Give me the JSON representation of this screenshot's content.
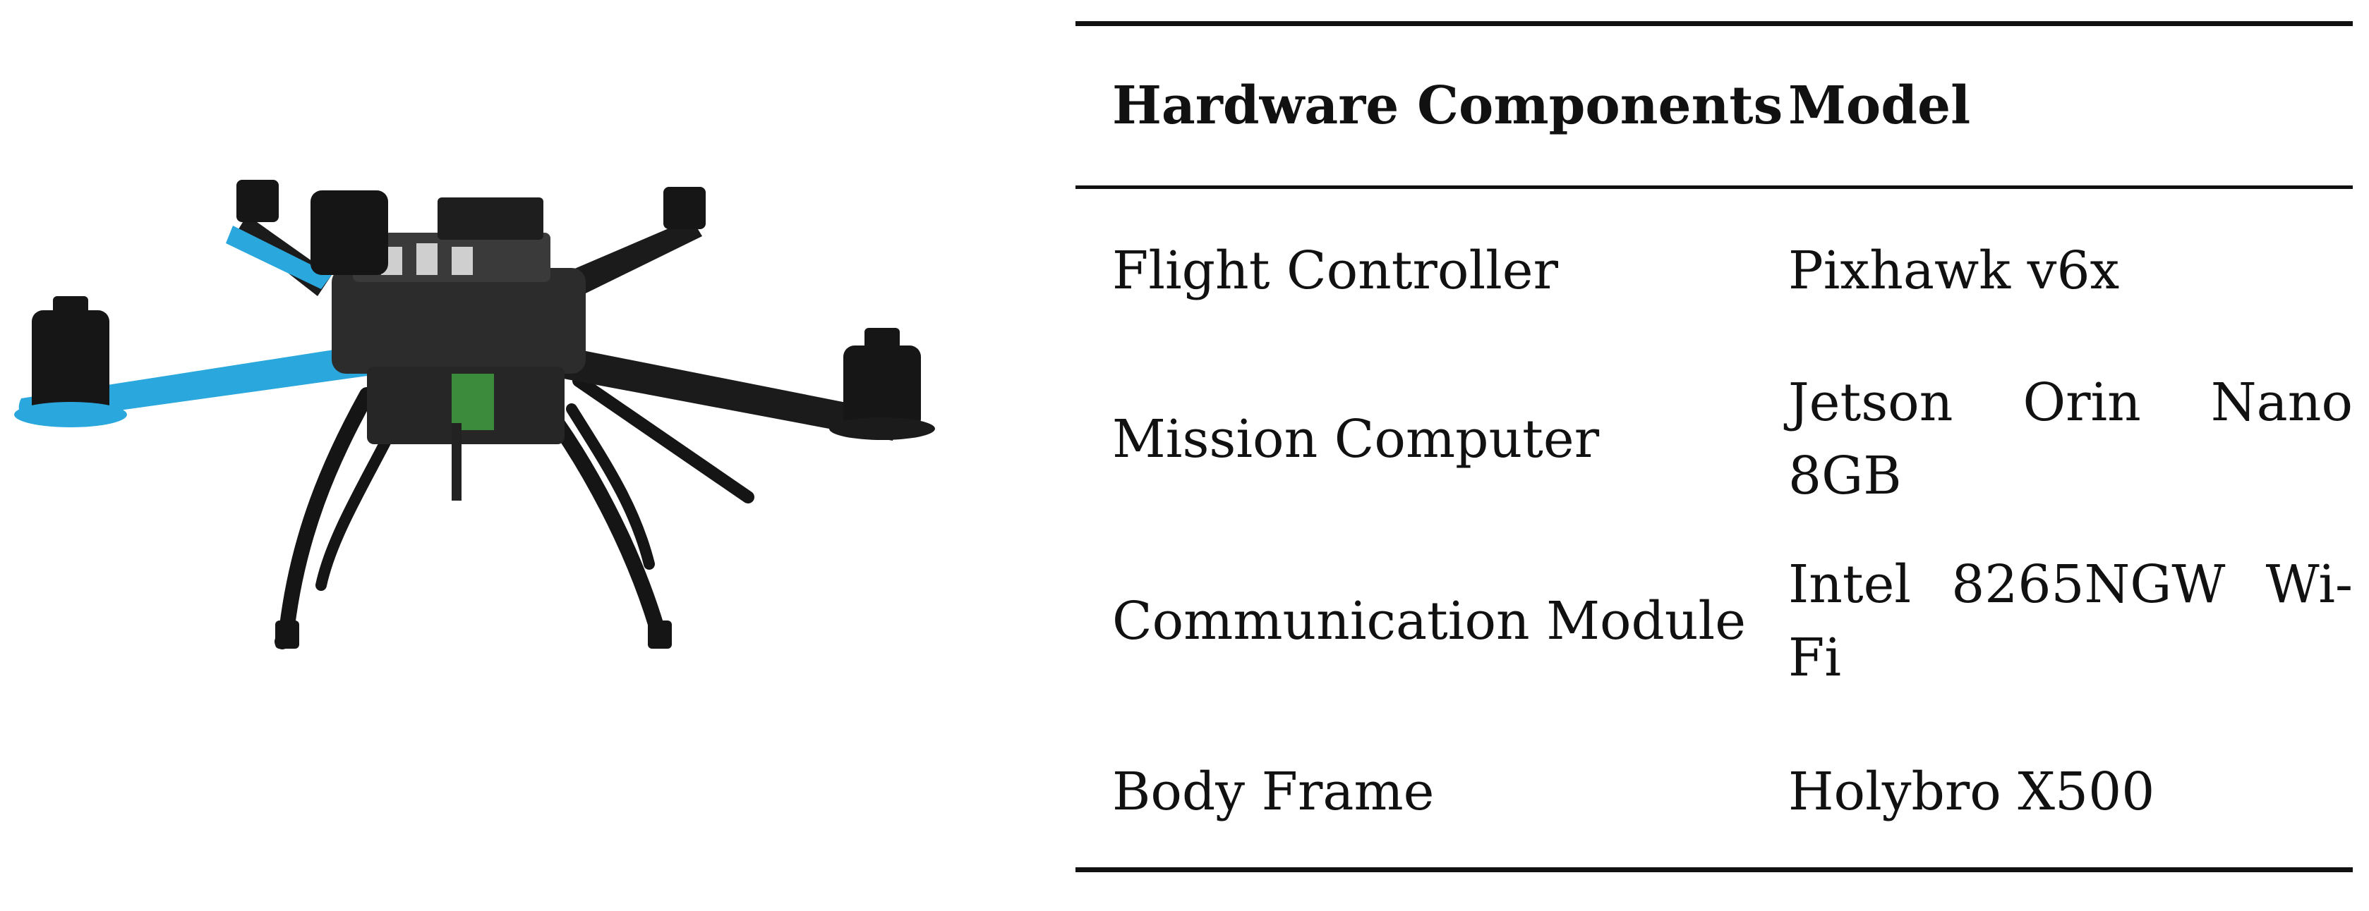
{
  "figure": {
    "image_subject": "quadcopter-drone",
    "colors": {
      "accent_arm": "#2aa8de",
      "frame": "#1b1b1b"
    }
  },
  "table": {
    "headers": [
      "Hardware Components",
      "Model"
    ],
    "rows": [
      {
        "component": "Flight Controller",
        "model": "Pixhawk v6x"
      },
      {
        "component": "Mission Computer",
        "model": "Jetson Orin Nano 8GB"
      },
      {
        "component": "Communication Module",
        "model": "Intel 8265NGW Wi-Fi"
      },
      {
        "component": "Body Frame",
        "model": "Holybro X500"
      }
    ]
  }
}
